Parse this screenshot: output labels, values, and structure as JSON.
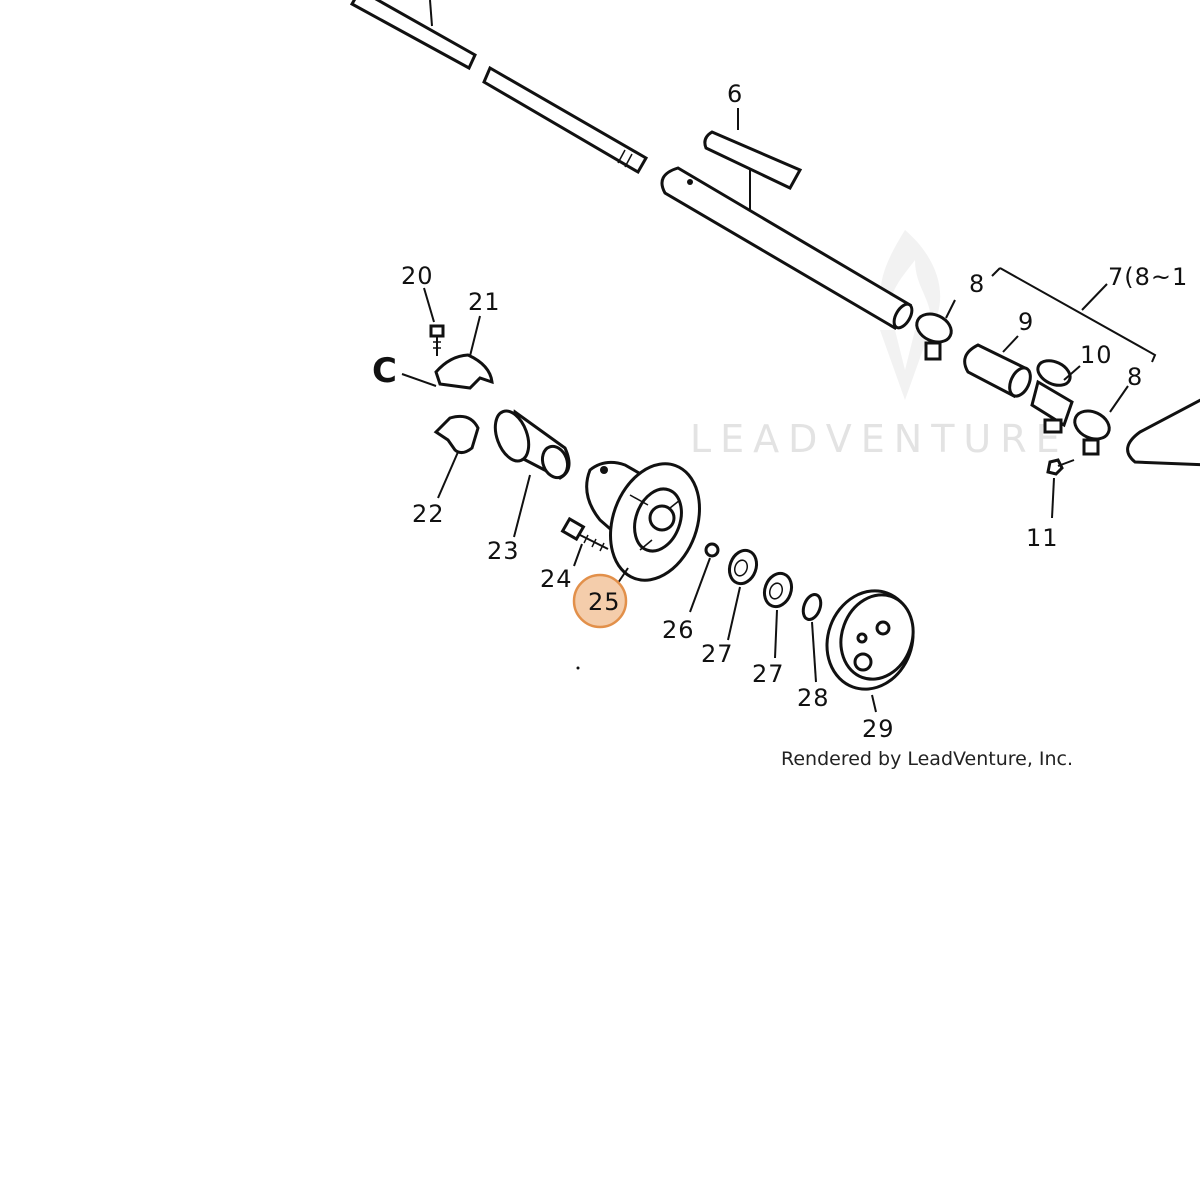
{
  "watermark": {
    "text": "LEADVENTURE"
  },
  "credit": "Rendered by LeadVenture, Inc.",
  "colors": {
    "highlight_fill": "#f2c49c",
    "highlight_stroke": "#e2904a",
    "watermark": "#e3e3e3"
  },
  "highlighted_part": "25",
  "callouts": {
    "c6": "6",
    "c7": "7(8~1",
    "c8a": "8",
    "c9": "9",
    "c10": "10",
    "c8b": "8",
    "c11": "11",
    "c20": "20",
    "c21": "21",
    "cC": "C",
    "c22": "22",
    "c23": "23",
    "c24": "24",
    "c25": "25",
    "c26": "26",
    "c27a": "27",
    "c27b": "27",
    "c28": "28",
    "c29": "29"
  }
}
